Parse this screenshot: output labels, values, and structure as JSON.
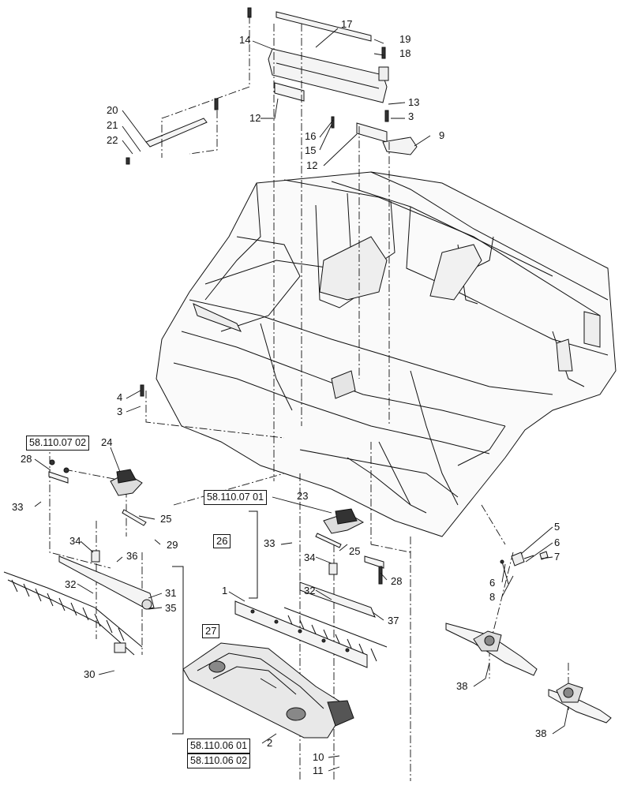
{
  "callouts": {
    "c1": "1",
    "c2": "2",
    "c3a": "3",
    "c3b": "3",
    "c4": "4",
    "c5": "5",
    "c6a": "6",
    "c6b": "6",
    "c7": "7",
    "c8": "8",
    "c9": "9",
    "c10": "10",
    "c11": "11",
    "c12a": "12",
    "c12b": "12",
    "c13": "13",
    "c14": "14",
    "c15": "15",
    "c16": "16",
    "c17": "17",
    "c18": "18",
    "c19": "19",
    "c20": "20",
    "c21": "21",
    "c22": "22",
    "c23": "23",
    "c24": "24",
    "c25a": "25",
    "c25b": "25",
    "c28a": "28",
    "c28b": "28",
    "c29": "29",
    "c30": "30",
    "c31": "31",
    "c32a": "32",
    "c32b": "32",
    "c33a": "33",
    "c33b": "33",
    "c34a": "34",
    "c34b": "34",
    "c35": "35",
    "c36": "36",
    "c37": "37",
    "c38a": "38",
    "c38b": "38"
  },
  "group_boxes": {
    "g26": "26",
    "g27": "27"
  },
  "references": {
    "r1": "58.110.07 02",
    "r2": "58.110.07 01",
    "r3": "58.110.06 01",
    "r4": "58.110.06 02"
  },
  "colors": {
    "line": "#111111",
    "background": "#ffffff",
    "part_fill": "#f4f4f4",
    "dark_fill": "#333333"
  }
}
